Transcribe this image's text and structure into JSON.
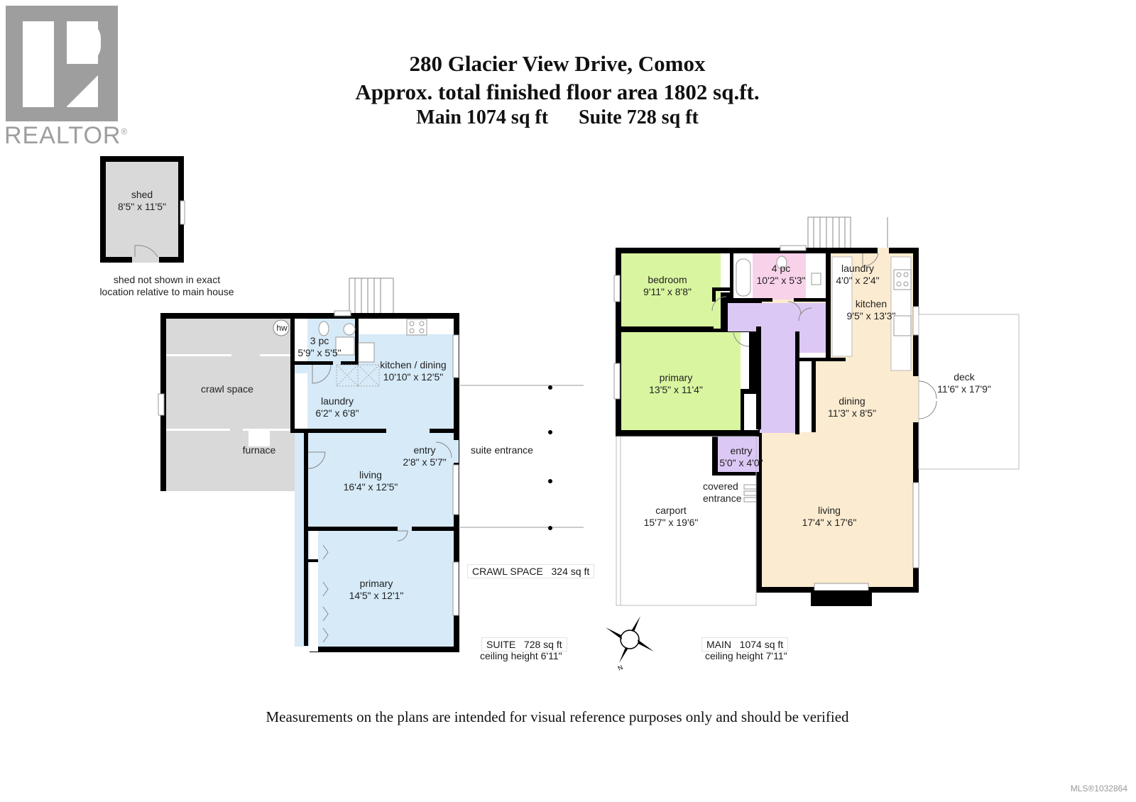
{
  "logo": {
    "brand": "REALTOR",
    "mark": "®",
    "icon": "realtor-r-logo"
  },
  "header": {
    "address": "280 Glacier View Drive, Comox",
    "total_area": "Approx. total finished floor area 1802 sq.ft.",
    "main_area": "Main 1074 sq ft",
    "suite_area": "Suite 728 sq ft"
  },
  "shed": {
    "name": "shed",
    "size": "8'5\" x 11'5\"",
    "note_line1": "shed not shown in exact",
    "note_line2": "location relative to main house"
  },
  "suite_floor": {
    "rooms": [
      {
        "name": "crawl space",
        "size": ""
      },
      {
        "name": "furnace",
        "size": ""
      },
      {
        "name": "hw",
        "size": ""
      },
      {
        "name": "3 pc",
        "size": "5'9\" x 5'5\""
      },
      {
        "name": "kitchen / dining",
        "size": "10'10\" x 12'5\""
      },
      {
        "name": "laundry",
        "size": "6'2\" x 6'8\""
      },
      {
        "name": "entry",
        "size": "2'8\" x 5'7\""
      },
      {
        "name": "living",
        "size": "16'4\" x 12'5\""
      },
      {
        "name": "primary",
        "size": "14'5\" x 12'1\""
      }
    ],
    "suite_entrance": "suite entrance",
    "crawl_space_tag": {
      "label": "CRAWL SPACE",
      "area": "324 sq ft"
    },
    "area_tag": {
      "label": "SUITE",
      "area": "728 sq ft",
      "ceiling": "ceiling height 6'11\""
    }
  },
  "main_floor": {
    "rooms": [
      {
        "name": "bedroom",
        "size": "9'11\" x 8'8\""
      },
      {
        "name": "4 pc",
        "size": "10'2\" x 5'3\""
      },
      {
        "name": "laundry",
        "size": "4'0\" x 2'4\""
      },
      {
        "name": "kitchen",
        "size": "9'5\" x 13'3\""
      },
      {
        "name": "primary",
        "size": "13'5\" x 11'4\""
      },
      {
        "name": "deck",
        "size": "11'6\" x 17'9\""
      },
      {
        "name": "dining",
        "size": "11'3\" x 8'5\""
      },
      {
        "name": "entry",
        "size": "5'0\" x 4'0\""
      },
      {
        "name": "carport",
        "size": "15'7\" x 19'6\""
      },
      {
        "name": "living",
        "size": "17'4\" x 17'6\""
      }
    ],
    "covered_entrance_line1": "covered",
    "covered_entrance_line2": "entrance",
    "area_tag": {
      "label": "MAIN",
      "area": "1074 sq ft",
      "ceiling": "ceiling height 7'11\""
    }
  },
  "compass": {
    "icon": "compass-icon",
    "north_label": "N"
  },
  "colors": {
    "wall": "#000000",
    "suite_fill": "#d6eaf8",
    "crawl_fill": "#d9d9d9",
    "bedroom_fill": "#d9f5a0",
    "bath_fill": "#f8d2e8",
    "hall_fill": "#dcc8f5",
    "main_fill": "#fbebd0",
    "logo_gray": "#9e9e9e"
  },
  "footer": {
    "disclaimer": "Measurements on the plans are intended for visual reference purposes only and should be verified",
    "mls": "MLS®1032864"
  }
}
